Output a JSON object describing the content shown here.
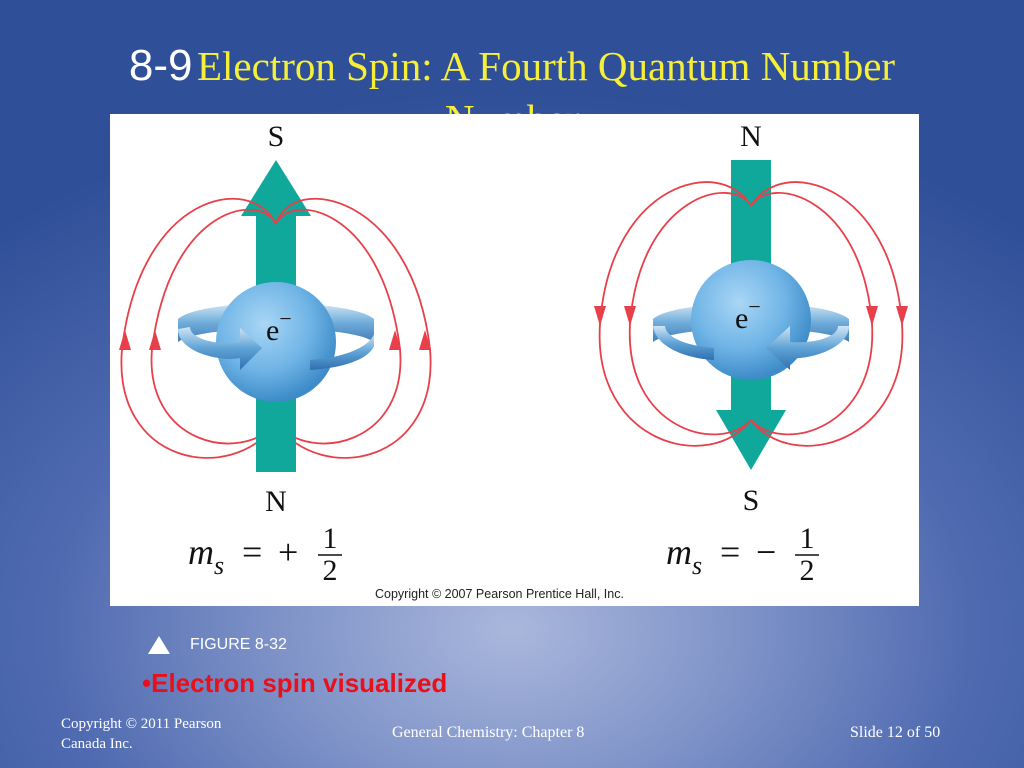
{
  "slide": {
    "title_number": "8-9",
    "title_text": "Electron Spin: A Fourth Quantum Number",
    "subtitle_text": "Number"
  },
  "figure": {
    "left": {
      "top_pole": "S",
      "bottom_pole": "N",
      "electron": "e",
      "charge": "−",
      "ms_label_m": "m",
      "ms_label_s": "s",
      "ms_equals": "=",
      "ms_sign": "+",
      "ms_numerator": "1",
      "ms_denominator": "2"
    },
    "right": {
      "top_pole": "N",
      "bottom_pole": "S",
      "electron": "e",
      "charge": "−",
      "ms_label_m": "m",
      "ms_label_s": "s",
      "ms_equals": "=",
      "ms_sign": "−",
      "ms_numerator": "1",
      "ms_denominator": "2"
    },
    "copyright": "Copyright © 2007 Pearson Prentice Hall, Inc.",
    "caption": "FIGURE 8-32"
  },
  "bullet": "•Electron spin visualized",
  "footer": {
    "left": "Copyright © 2011 Pearson Canada Inc.",
    "center": "General Chemistry: Chapter 8",
    "right": "Slide 12 of 50"
  },
  "colors": {
    "title_yellow": "#f6ef3a",
    "arrow_teal": "#0fa89a",
    "field_red": "#e8404a",
    "sphere_blue": "#6fb4e6",
    "bullet_red": "#e8101a"
  }
}
